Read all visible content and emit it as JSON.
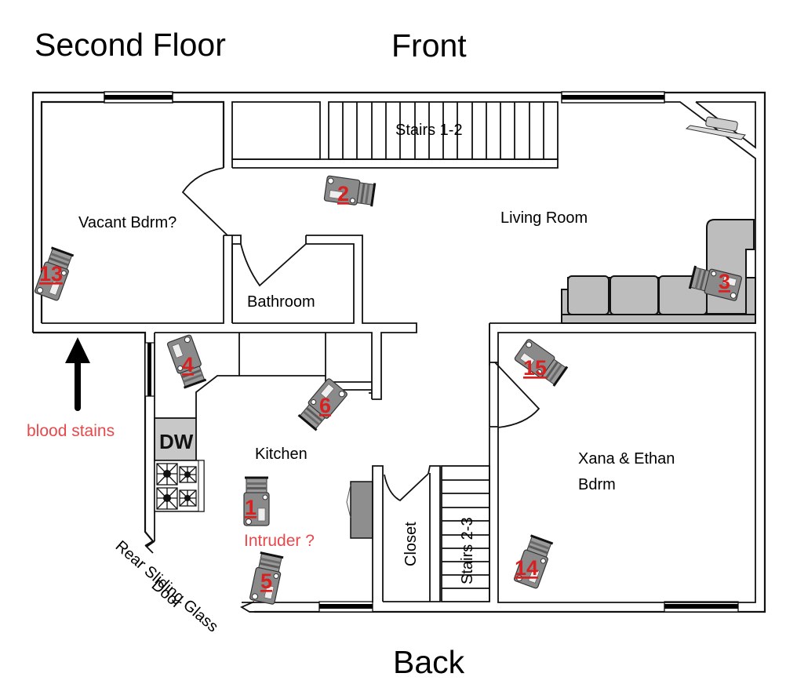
{
  "titles": {
    "floor": "Second Floor",
    "front": "Front",
    "back": "Back"
  },
  "rooms": {
    "vacant": "Vacant Bdrm?",
    "bathroom": "Bathroom",
    "living": "Living Room",
    "kitchen": "Kitchen",
    "bedroom_line1": "Xana & Ethan",
    "bedroom_line2": "Bdrm",
    "stairs12": "Stairs 1-2",
    "stairs23": "Stairs 2-3",
    "closet": "Closet",
    "door_line1": "Rear Sliding Glass",
    "door_line2": "Door",
    "dishwasher": "DW"
  },
  "annotations": {
    "blood": "blood stains",
    "intruder": "Intruder ?",
    "blood_color": "#e8484a",
    "camera_number_color": "#d92020"
  },
  "cameras": [
    {
      "id": "1",
      "location": "Kitchen"
    },
    {
      "id": "2",
      "location": "Living Room"
    },
    {
      "id": "3",
      "location": "Living Room sofa"
    },
    {
      "id": "4",
      "location": "Kitchen corner"
    },
    {
      "id": "5",
      "location": "Kitchen near rear door"
    },
    {
      "id": "6",
      "location": "Kitchen"
    },
    {
      "id": "13",
      "location": "Vacant Bdrm"
    },
    {
      "id": "14",
      "location": "Xana & Ethan Bdrm"
    },
    {
      "id": "15",
      "location": "Xana & Ethan Bdrm door"
    }
  ]
}
